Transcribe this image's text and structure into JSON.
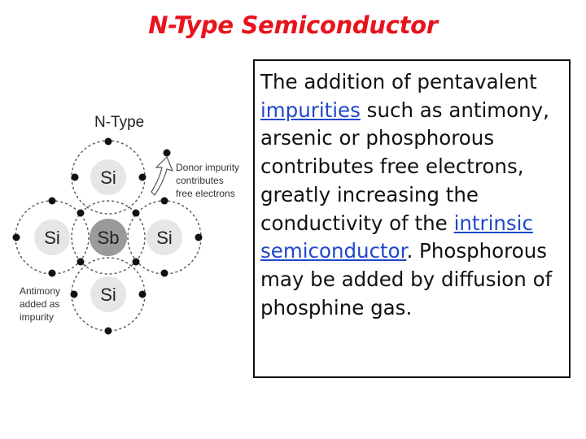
{
  "title": "N-Type Semiconductor",
  "diagram": {
    "header": "N-Type",
    "atoms": {
      "top": "Si",
      "left": "Si",
      "center": "Sb",
      "right": "Si",
      "bottom": "Si"
    },
    "donor_label": [
      "Donor impurity",
      "contributes",
      "free electrons"
    ],
    "impurity_label": [
      "Antimony",
      "added as",
      "impurity"
    ]
  },
  "text": {
    "seg1": "The addition of pentavalent ",
    "link1": "impurities",
    "seg2": " such as antimony, arsenic or phosphorous contributes free electrons, greatly increasing the conductivity of the ",
    "link2": "intrinsic semiconductor",
    "seg3": ". Phosphorous may be added by diffusion of phosphine gas."
  },
  "colors": {
    "title": "#e8131c",
    "link": "#1f48c8",
    "si_atom": "#e6e6e6",
    "sb_atom": "#9a9a9a"
  }
}
